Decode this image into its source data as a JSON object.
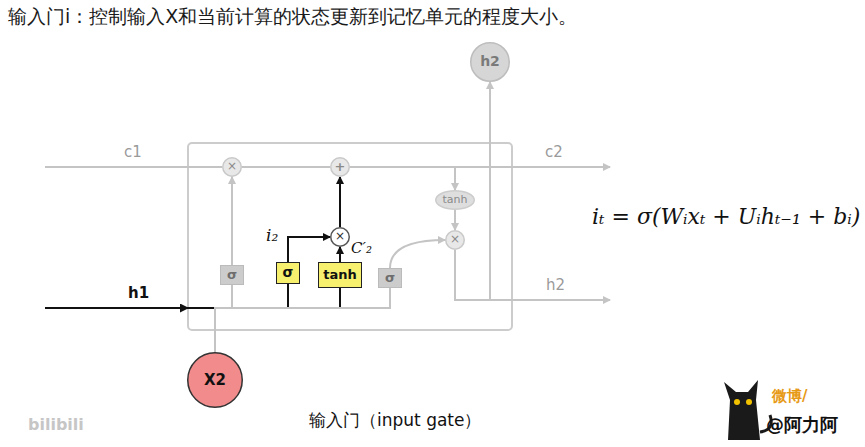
{
  "diagram": {
    "title": "输入门i：控制输入X和当前计算的状态更新到记忆单元的程度大小。",
    "caption": "输入门（input gate）",
    "nodes": [
      {
        "text": [
          "h2"
        ]
      },
      {
        "text": [
          "×"
        ]
      },
      {
        "text": [
          "+"
        ]
      },
      {
        "text": [
          "tanh"
        ]
      },
      {
        "text": [
          "×"
        ]
      },
      {
        "text": [
          "×"
        ]
      },
      {
        "text": [
          "σ"
        ]
      },
      {
        "text": [
          "σ"
        ]
      },
      {
        "text": [
          "tanh"
        ]
      },
      {
        "text": [
          "σ"
        ]
      },
      {
        "text": [
          "X2"
        ]
      }
    ],
    "edges": [
      {
        "from": 6,
        "to": 1,
        "arrow": "to"
      },
      {
        "from": 7,
        "to": 4,
        "arrow": "to"
      },
      {
        "from": 8,
        "to": 4,
        "arrow": "to"
      },
      {
        "from": 4,
        "to": 2,
        "arrow": "to"
      },
      {
        "from": 1,
        "to": 2,
        "arrow": "none"
      },
      {
        "from": 2,
        "to": 3,
        "arrow": "to"
      },
      {
        "from": 3,
        "to": 5,
        "arrow": "to"
      },
      {
        "from": 9,
        "to": 5,
        "arrow": "to"
      },
      {
        "from": 5,
        "to": 0,
        "arrow": "to"
      },
      {
        "from": 10,
        "to": 6,
        "arrow": "none"
      },
      {
        "from": 10,
        "to": 7,
        "arrow": "none"
      },
      {
        "from": 10,
        "to": 8,
        "arrow": "none"
      },
      {
        "from": 10,
        "to": 9,
        "arrow": "none"
      }
    ],
    "labels": [
      "c1",
      "c2",
      "h1",
      "h2",
      "i₂",
      "C′₂",
      "iₜ = σ(Wᵢxₜ + Uᵢhₜ₋₁ + bᵢ)",
      "bilibili",
      "微博/",
      "@阿力阿"
    ]
  }
}
